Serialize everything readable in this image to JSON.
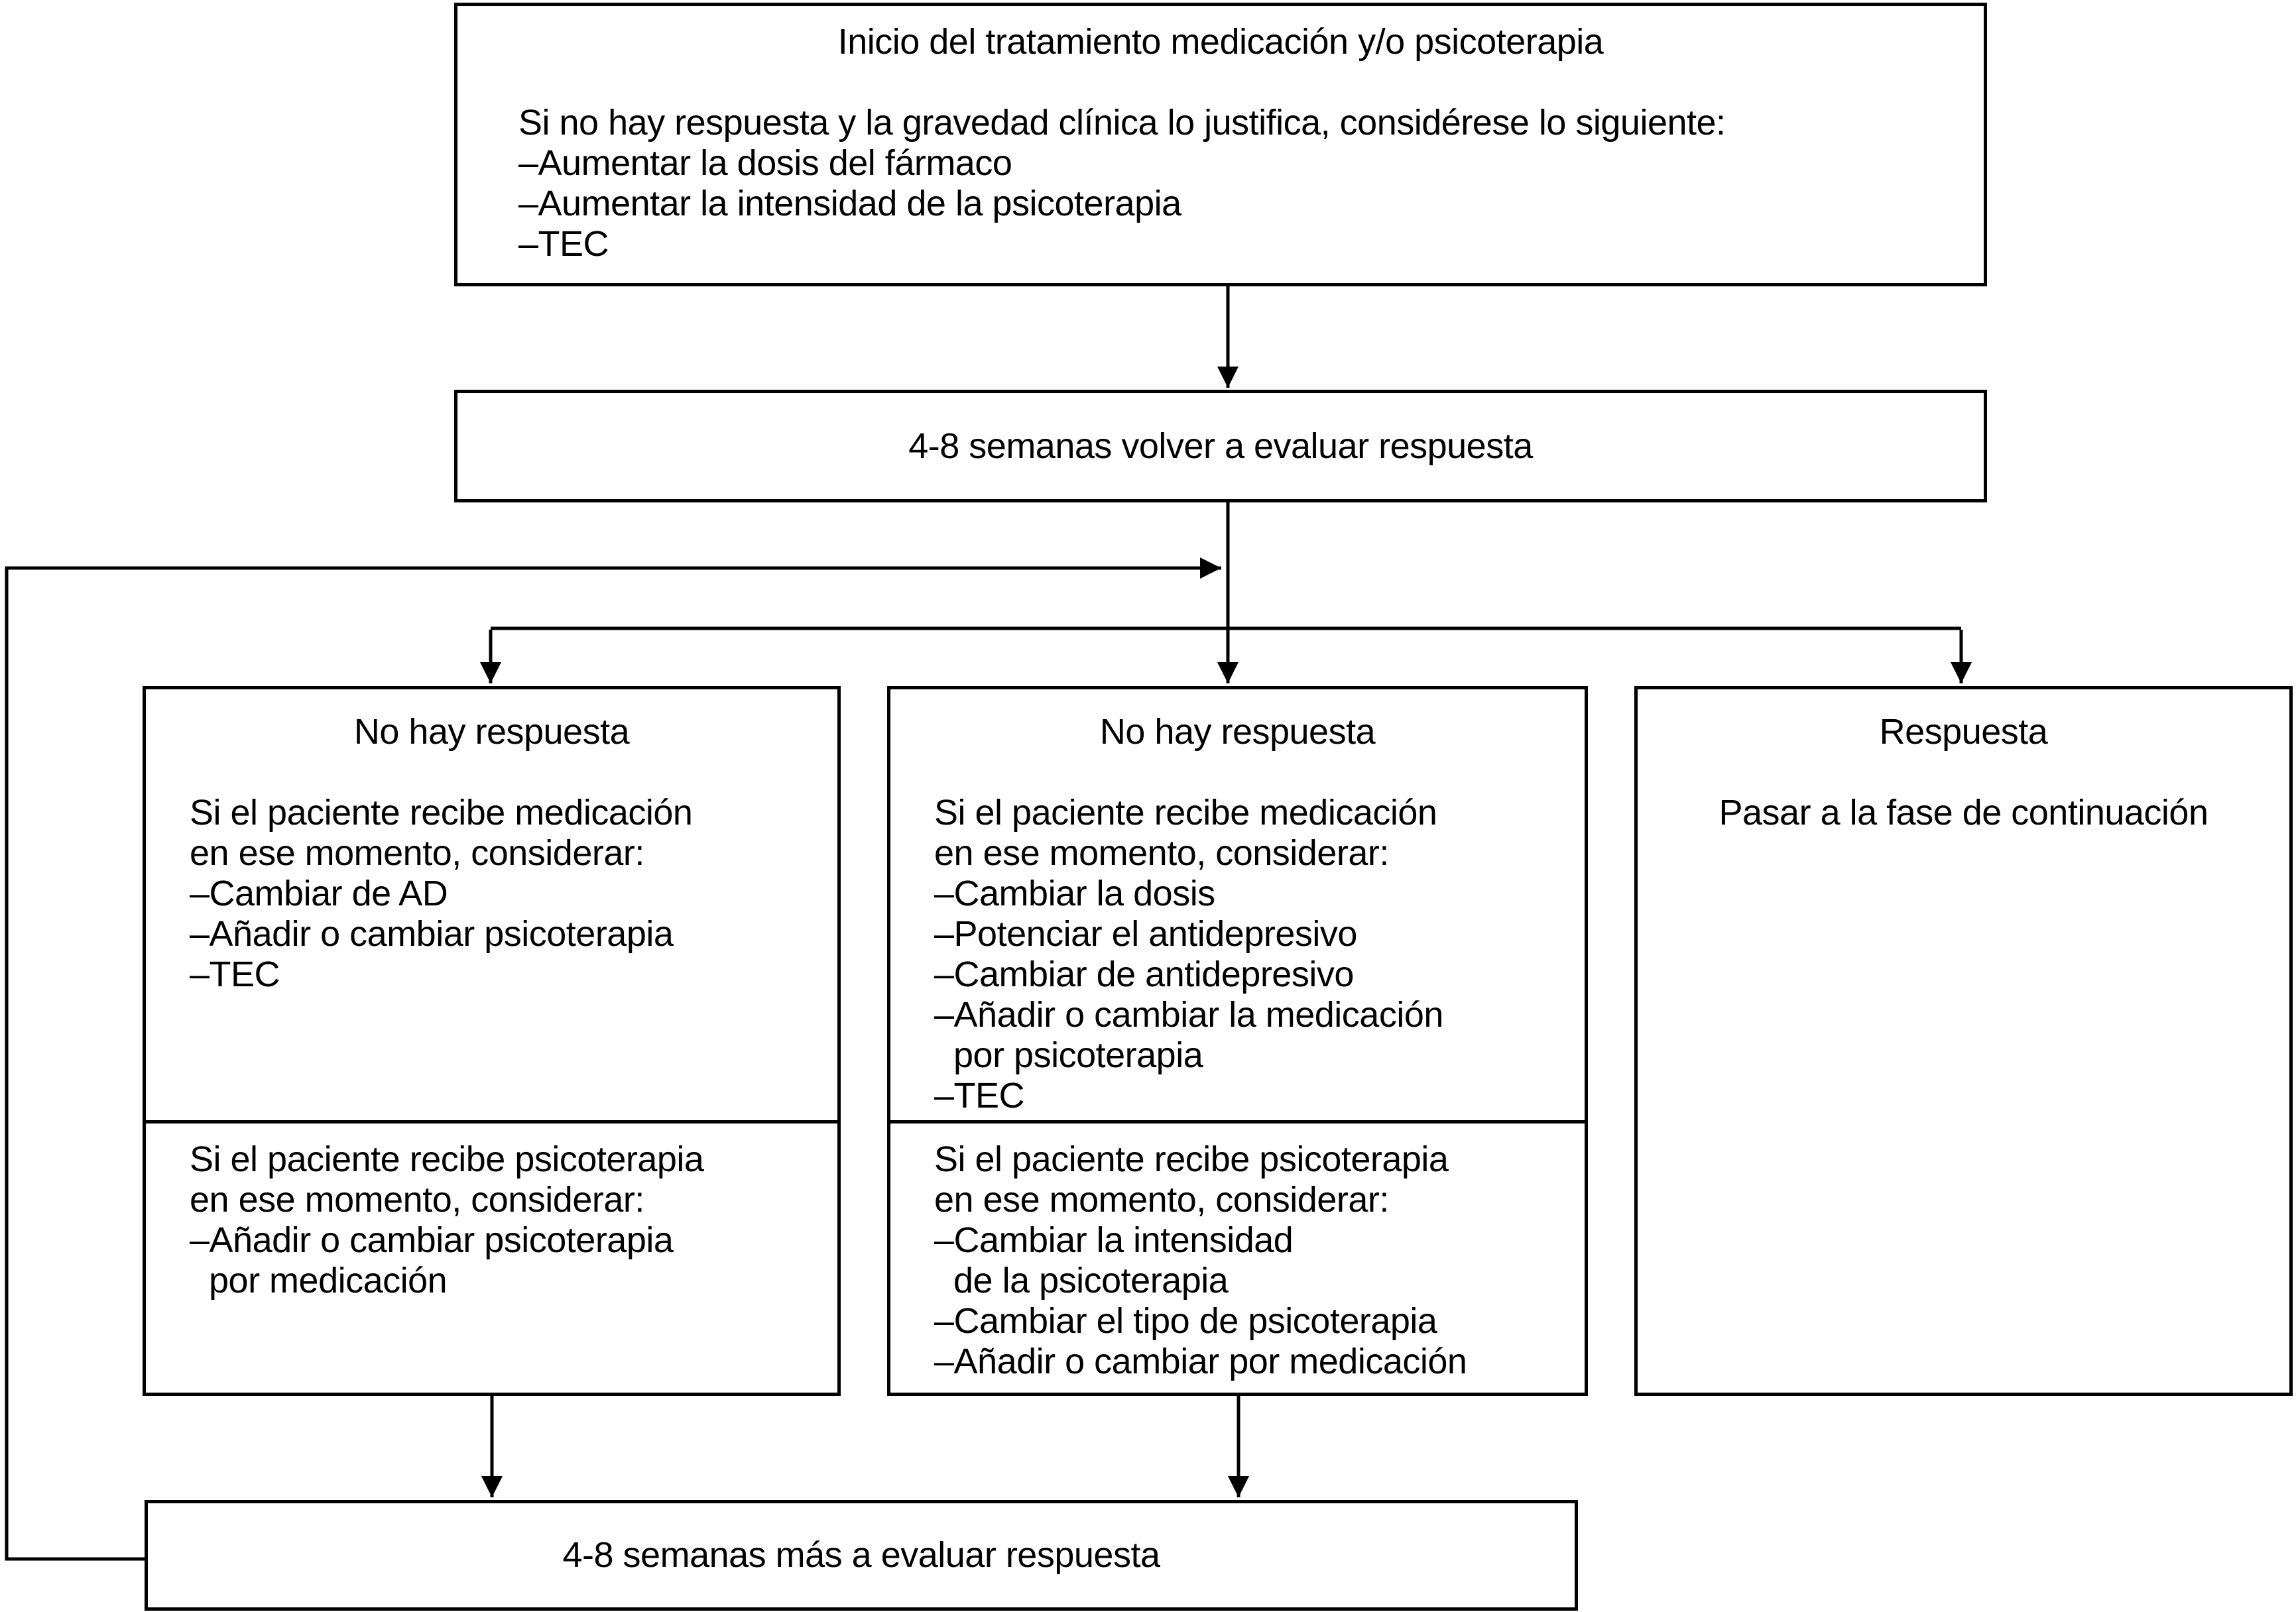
{
  "diagram": {
    "colors": {
      "background": "#ffffff",
      "line": "#000000",
      "text": "#000000"
    },
    "boxes": {
      "start": {
        "title": "Inicio del tratamiento medicación y/o psicoterapia",
        "body": "Si no hay respuesta y la gravedad clínica lo justifica, considérese lo siguiente:\n–Aumentar la dosis del fármaco\n–Aumentar la intensidad de la psicoterapia\n–TEC"
      },
      "evaluation": {
        "label": "4-8 semanas volver a evaluar respuesta"
      },
      "no_response_switch": {
        "title": "No hay respuesta",
        "medication_section": "Si el paciente recibe medicación\nen ese momento, considerar:\n–Cambiar de AD\n–Añadir o cambiar psicoterapia\n–TEC",
        "psychotherapy_section": "Si el paciente recibe psicoterapia\nen ese momento, considerar:\n–Añadir o cambiar psicoterapia\n  por medicación"
      },
      "no_response_adjust": {
        "title": "No hay respuesta",
        "medication_section": "Si el paciente recibe medicación\nen ese momento, considerar:\n–Cambiar la dosis\n–Potenciar el antidepresivo\n–Cambiar de antidepresivo\n–Añadir o cambiar la medicación\n  por psicoterapia\n–TEC",
        "psychotherapy_section": "Si el paciente recibe psicoterapia\nen ese momento, considerar:\n–Cambiar la intensidad\n  de la psicoterapia\n–Cambiar el tipo de psicoterapia\n–Añadir o cambiar por medicación"
      },
      "response": {
        "title": "Respuesta",
        "body": "Pasar a la fase de continuación"
      },
      "reevaluation": {
        "label": "4-8 semanas más a evaluar respuesta"
      }
    }
  }
}
